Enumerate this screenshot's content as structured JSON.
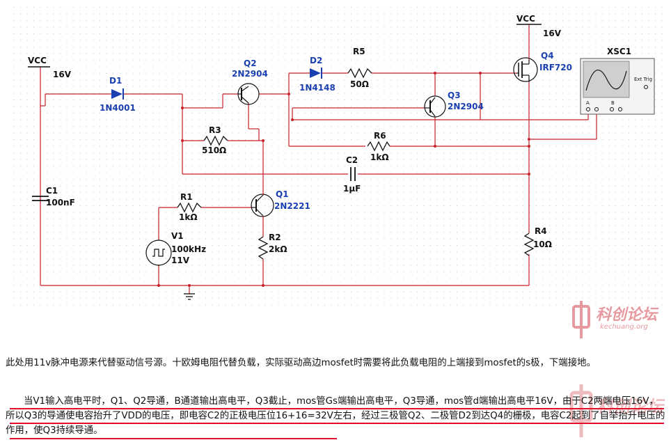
{
  "schematic": {
    "vcc_left": {
      "label": "VCC",
      "voltage": "16V"
    },
    "vcc_right": {
      "label": "VCC",
      "voltage": "16V"
    },
    "D1": {
      "ref": "D1",
      "value": "1N4001"
    },
    "D2": {
      "ref": "D2",
      "value": "1N4148"
    },
    "Q1": {
      "ref": "Q1",
      "value": "2N2221"
    },
    "Q2": {
      "ref": "Q2",
      "value": "2N2904"
    },
    "Q3": {
      "ref": "Q3",
      "value": "2N2904"
    },
    "Q4": {
      "ref": "Q4",
      "value": "IRF720"
    },
    "R1": {
      "ref": "R1",
      "value": "1kΩ"
    },
    "R2": {
      "ref": "R2",
      "value": "2kΩ"
    },
    "R3": {
      "ref": "R3",
      "value": "510Ω"
    },
    "R4": {
      "ref": "R4",
      "value": "10Ω"
    },
    "R5": {
      "ref": "R5",
      "value": "50Ω"
    },
    "R6": {
      "ref": "R6",
      "value": "1kΩ"
    },
    "C1": {
      "ref": "C1",
      "value": "100nF"
    },
    "C2": {
      "ref": "C2",
      "value": "1µF"
    },
    "V1": {
      "ref": "V1",
      "freq": "100kHz",
      "amp": "11V"
    },
    "XSC1": {
      "ref": "XSC1",
      "ext_trig": "Ext Trig",
      "ch_a": "A",
      "ch_b": "B",
      "plus": "+",
      "minus": "_"
    }
  },
  "watermark": {
    "brand": "科创论坛",
    "url": "kechuang.org"
  },
  "colors": {
    "wire": "#c8202a",
    "component": "#1a3fb0",
    "underline": "#e0102a",
    "grid": "#c8c8c8"
  },
  "text": {
    "para1": "此处用11v脉冲电源来代替驱动信号源。十欧姆电阻代替负载，实际驱动高边mosfet时需要将此负载电阻的上端接到mosfet的s极，下端接地。",
    "para2": "当V1输入高电平时，Q1、Q2导通，B通道输出高电平，Q3截止，mos管Gs端输出高电平，Q3导通，mos管d端输出高电平16V，由于C2两端电压16V，所以Q3的导通使电容抬升了VDD的电压，即电容C2的正极电压位16+16=32V左右，经过三极管Q2、二极管D2到达Q4的栅极，电容C2起到了自举抬升电压的作用，使Q3持续导通。"
  }
}
